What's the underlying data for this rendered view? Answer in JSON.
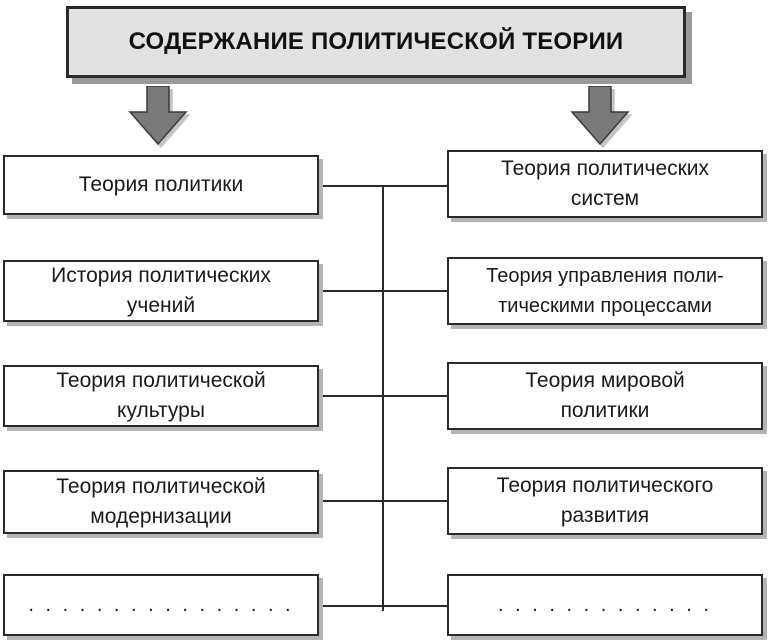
{
  "title": "СОДЕРЖАНИЕ ПОЛИТИЧЕСКОЙ ТЕОРИИ",
  "colors": {
    "title_bg": "#e2e2e2",
    "border": "#2a2a2a",
    "shadow": "#9a9a9a",
    "arrow": "#7a7a7a"
  },
  "left_items": [
    {
      "label": "Теория политики"
    },
    {
      "label": "История политических\nучений"
    },
    {
      "label": "Теория политической\nкультуры"
    },
    {
      "label": "Теория политической\nмодернизации"
    },
    {
      "label": ". . . . . . . . . . . . . . . ."
    }
  ],
  "right_items": [
    {
      "label": "Теория политических\nсистем"
    },
    {
      "label": "Теория управления поли-\nтическими процессами"
    },
    {
      "label": "Теория мировой\nполитики"
    },
    {
      "label": "Теория политического\nразвития"
    },
    {
      "label": ". . . . . . . . . . . . ."
    }
  ]
}
